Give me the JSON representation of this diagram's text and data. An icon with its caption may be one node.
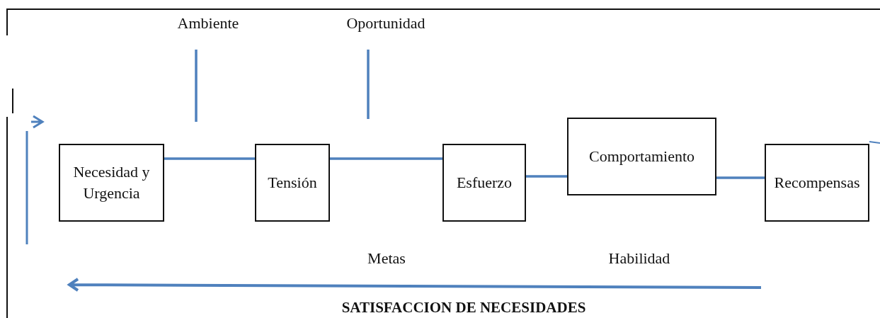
{
  "diagram": {
    "nodes": [
      {
        "text": [
          "Necesidad y Urgencia"
        ]
      },
      {
        "text": [
          "Tensión"
        ]
      },
      {
        "text": [
          "Esfuerzo"
        ]
      },
      {
        "text": [
          "Comportamiento"
        ]
      },
      {
        "text": [
          "Recompensas"
        ]
      },
      {
        "text": [
          "Ambiente"
        ]
      },
      {
        "text": [
          "Oportunidad"
        ]
      }
    ],
    "edges": [
      {
        "from": 0,
        "to": 1,
        "arrow": "none"
      },
      {
        "from": 1,
        "to": 2,
        "arrow": "none"
      },
      {
        "from": 2,
        "to": 3,
        "arrow": "none"
      },
      {
        "from": 3,
        "to": 4,
        "arrow": "none"
      },
      {
        "from": 5,
        "to": null,
        "arrow": "none"
      },
      {
        "from": 6,
        "to": null,
        "arrow": "none"
      }
    ],
    "labels": [
      "Metas",
      "Habilidad",
      "SATISFACCION DE NECESIDADES"
    ]
  }
}
